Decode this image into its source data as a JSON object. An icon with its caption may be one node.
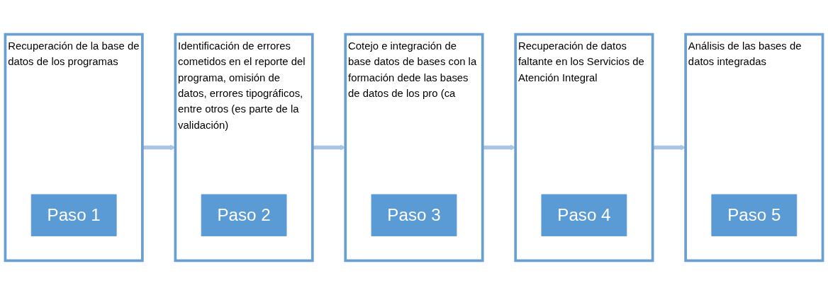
{
  "diagram": {
    "nodes": [
      {
        "text": [
          "Recuperación de la base de datos de los programas"
        ]
      },
      {
        "text": [
          "Paso 1"
        ],
        "in": 0
      },
      {
        "text": [
          "Identificación de errores cometidos en el reporte del programa, omisión de datos, errores tipográficos, entre otros (es parte de la validación)"
        ]
      },
      {
        "text": [
          "Paso 2"
        ],
        "in": 2
      },
      {
        "text": [
          "Cotejo e integración de base datos de bases con la formación dede las bases de datos de los pro (ca"
        ]
      },
      {
        "text": [
          "Paso 3"
        ],
        "in": 4
      },
      {
        "text": [
          "Recuperación de datos faltante en los Servicios de Atención Integral"
        ]
      },
      {
        "text": [
          "Paso 4"
        ],
        "in": 6
      },
      {
        "text": [
          "Análisis de las bases de datos integradas"
        ]
      },
      {
        "text": [
          "Paso 5"
        ],
        "in": 8
      }
    ],
    "edges": [
      {
        "from": 0,
        "to": 2,
        "arrow": "to"
      },
      {
        "from": 2,
        "to": 4,
        "arrow": "to"
      },
      {
        "from": 4,
        "to": 6,
        "arrow": "to"
      },
      {
        "from": 6,
        "to": 8,
        "arrow": "to"
      }
    ]
  }
}
